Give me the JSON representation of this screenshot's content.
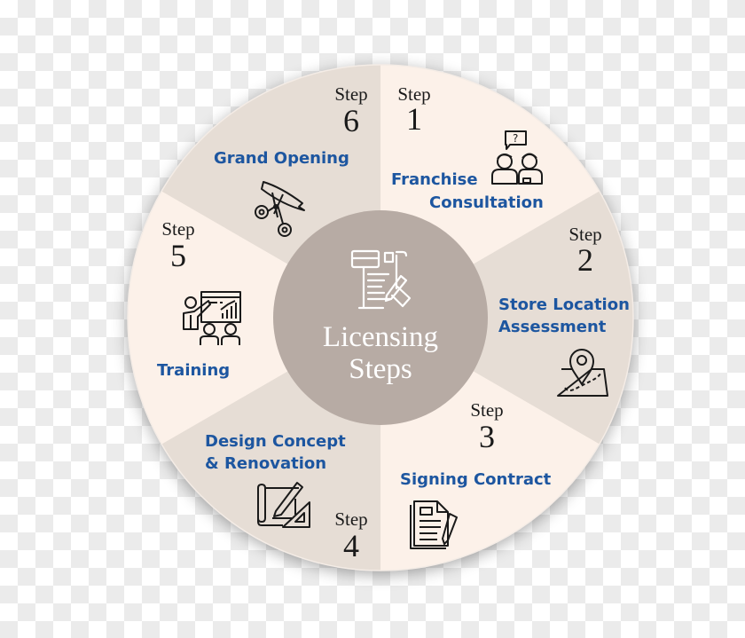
{
  "diagram": {
    "title_line1": "Licensing",
    "title_line2": "Steps",
    "colors": {
      "segment_light": "#fcf1e9",
      "segment_dark": "#e6ddd5",
      "center_circle": "#b7aba4",
      "label_blue": "#1d56a0",
      "text_dark": "#1a1a1a"
    },
    "step_word": "Step",
    "steps": [
      {
        "number": "1",
        "label_line1": "Franchise",
        "label_line2": "Consultation",
        "icon": "consultation-people-icon"
      },
      {
        "number": "2",
        "label_line1": "Store Location",
        "label_line2": "Assessment",
        "icon": "map-pin-icon"
      },
      {
        "number": "3",
        "label_line1": "Signing Contract",
        "label_line2": "",
        "icon": "contract-signing-icon"
      },
      {
        "number": "4",
        "label_line1": "Design Concept",
        "label_line2": "& Renovation",
        "icon": "blueprint-design-icon"
      },
      {
        "number": "5",
        "label_line1": "Training",
        "label_line2": "",
        "icon": "presentation-training-icon"
      },
      {
        "number": "6",
        "label_line1": "Grand Opening",
        "label_line2": "",
        "icon": "ribbon-scissors-icon"
      }
    ]
  }
}
